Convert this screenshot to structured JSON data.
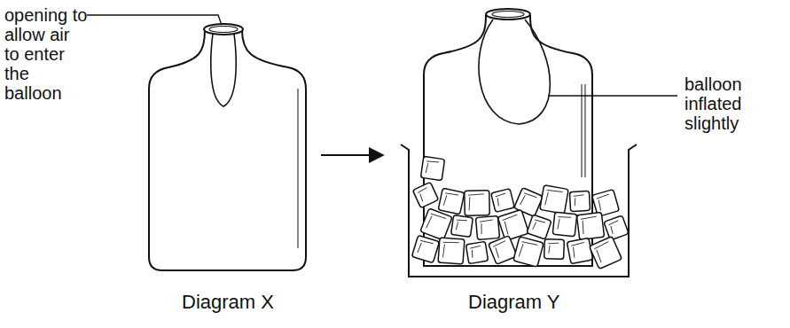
{
  "diagram": {
    "labels": [
      "opening to allow air to enter the balloon",
      "balloon inflated slightly",
      "Diagram X",
      "Diagram Y"
    ]
  }
}
